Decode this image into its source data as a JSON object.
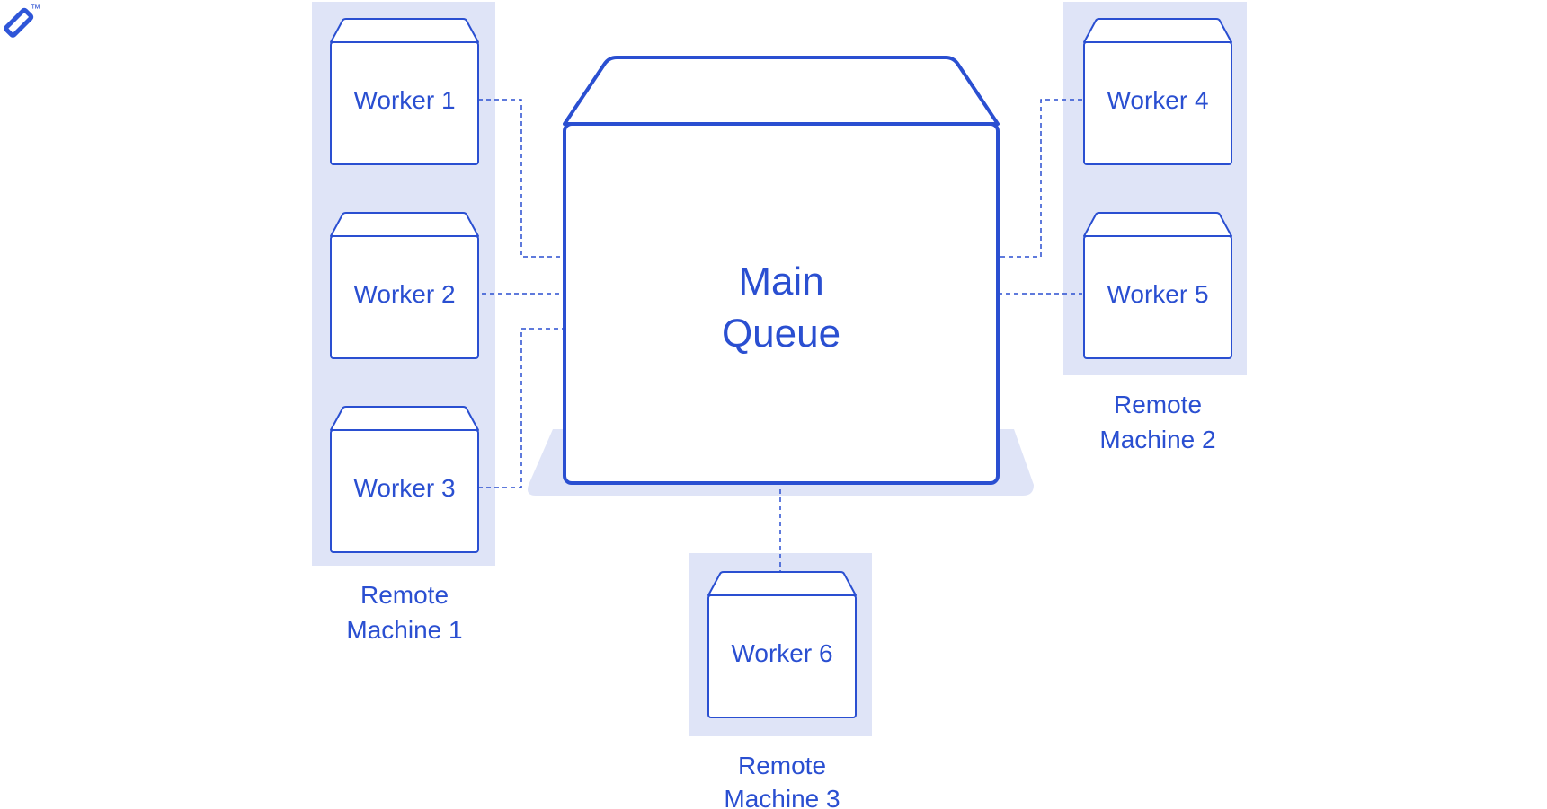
{
  "brand": {
    "trademark": "™"
  },
  "queue": {
    "line1": "Main",
    "line2": "Queue"
  },
  "workers": [
    {
      "label": "Worker 1"
    },
    {
      "label": "Worker 2"
    },
    {
      "label": "Worker 3"
    },
    {
      "label": "Worker 4"
    },
    {
      "label": "Worker 5"
    },
    {
      "label": "Worker 6"
    }
  ],
  "machines": [
    {
      "line1": "Remote",
      "line2": "Machine 1"
    },
    {
      "line1": "Remote",
      "line2": "Machine 2"
    },
    {
      "line1": "Remote",
      "line2": "Machine 3"
    }
  ],
  "colors": {
    "stroke": "#2a4fd1",
    "panel": "#dfe4f7",
    "text": "#2a4fd1",
    "logo": "#2f56d8"
  }
}
